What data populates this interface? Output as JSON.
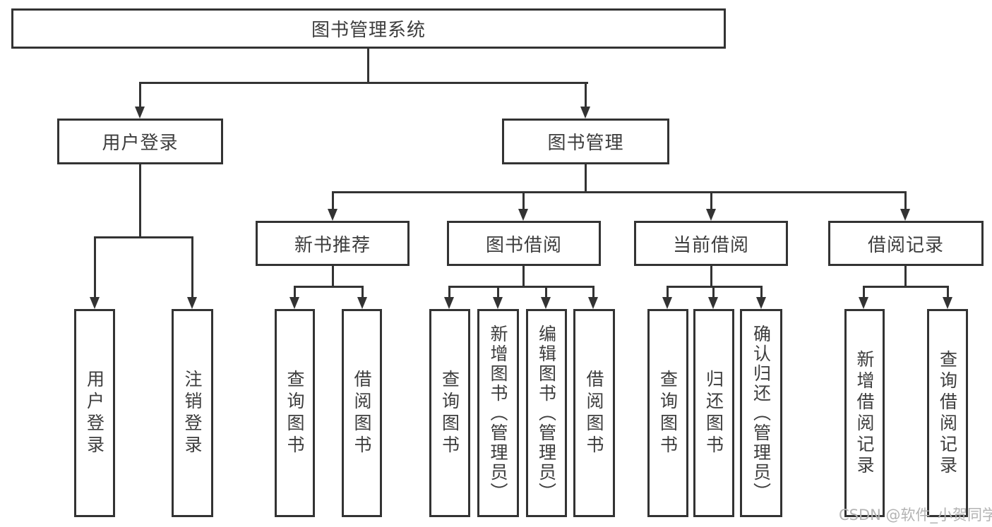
{
  "diagram": {
    "root": {
      "label": "图书管理系统"
    },
    "level2": [
      {
        "label": "用户登录"
      },
      {
        "label": "图书管理"
      }
    ],
    "level3": [
      {
        "label": "新书推荐"
      },
      {
        "label": "图书借阅"
      },
      {
        "label": "当前借阅"
      },
      {
        "label": "借阅记录"
      }
    ],
    "leaves": {
      "login": [
        "用户登录",
        "注销登录"
      ],
      "recommend": [
        "查询图书",
        "借阅图书"
      ],
      "borrow": [
        "查询图书",
        "新增图书（管理员）",
        "编辑图书（管理员）",
        "借阅图书"
      ],
      "current": [
        "查询图书",
        "归还图书",
        "确认归还（管理员）"
      ],
      "records": [
        "新增借阅记录",
        "查询借阅记录"
      ]
    }
  },
  "watermark": "CSDN @软件_小贺同学",
  "colors": {
    "line": "#333333",
    "text": "#3d3d3d",
    "watermark": "#b3b3b3"
  }
}
